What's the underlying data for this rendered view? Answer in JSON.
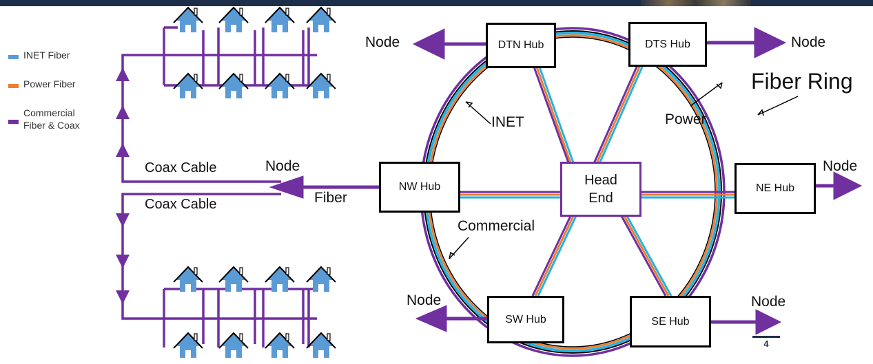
{
  "legend": [
    {
      "label": "INET Fiber",
      "color": "#5b9bd5"
    },
    {
      "label": "Power Fiber",
      "color": "#ed7d31"
    },
    {
      "label": "Commercial\nFiber & Coax",
      "color": "#7030a0"
    }
  ],
  "hubs": {
    "dtn": "DTN Hub",
    "dts": "DTS Hub",
    "nw": "NW Hub",
    "ne": "NE Hub",
    "sw": "SW Hub",
    "se": "SE Hub"
  },
  "head_end": {
    "line1": "Head",
    "line2": "End"
  },
  "labels": {
    "node_dtn": "Node",
    "node_dts": "Node",
    "node_nw": "Node",
    "node_ne": "Node",
    "node_sw": "Node",
    "node_se": "Node",
    "fiber_ring": "Fiber Ring",
    "inet": "INET",
    "power": "Power",
    "commercial": "Commercial",
    "fiber": "Fiber",
    "coax_upper": "Coax Cable",
    "coax_lower": "Coax Cable"
  },
  "colors": {
    "inet": "#1fb4e6",
    "power": "#ed7d31",
    "commercial": "#7030a0",
    "house": "#5b9bd5",
    "navy": "#1d2f48"
  },
  "page_number": "4"
}
